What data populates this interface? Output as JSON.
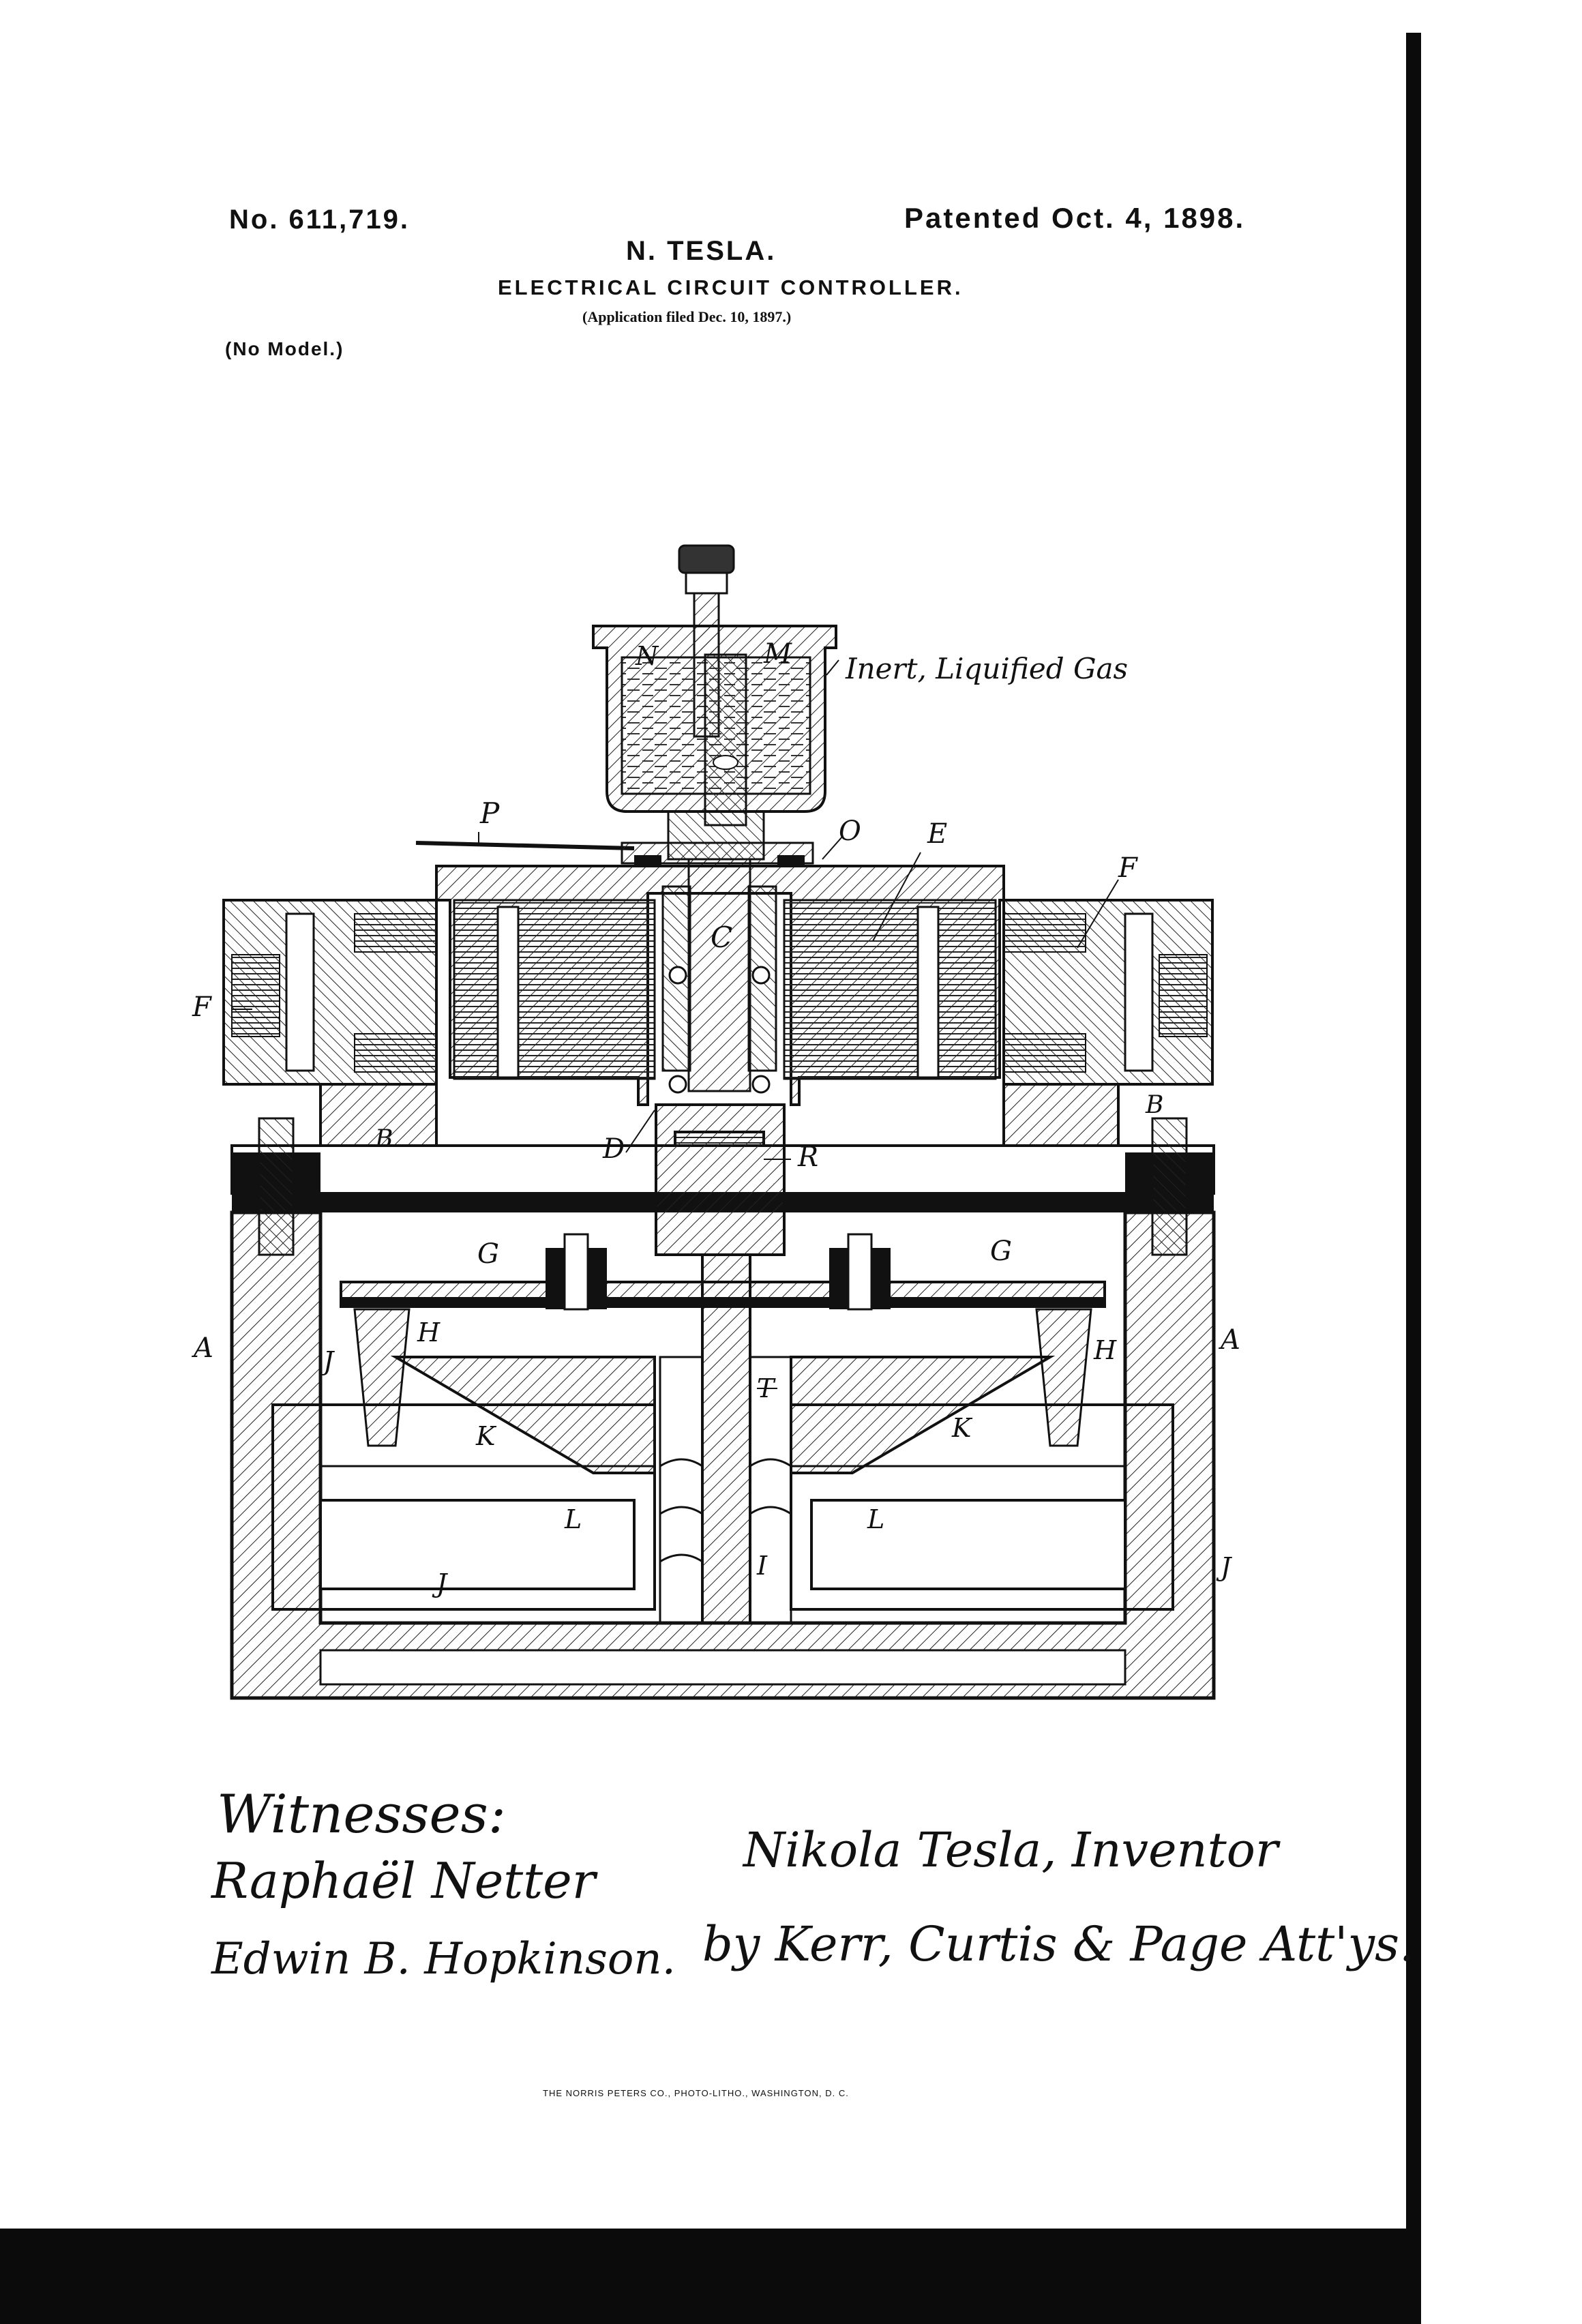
{
  "header": {
    "patent_number": "No. 611,719.",
    "patented_date": "Patented Oct. 4, 1898.",
    "inventor_name": "N. TESLA.",
    "title": "ELECTRICAL CIRCUIT CONTROLLER.",
    "application": "(Application filed Dec. 10, 1897.)",
    "model_note": "(No Model.)"
  },
  "figure": {
    "annotation": "Inert, Liquified Gas",
    "labels": {
      "N": "N",
      "M": "M",
      "P": "P",
      "O": "O",
      "E": "E",
      "F_right": "F",
      "F_left": "F",
      "C": "C",
      "B_left": "B",
      "B_right": "B",
      "D": "D",
      "R": "R",
      "G_left": "G",
      "G_right": "G",
      "A_left": "A",
      "A_right": "A",
      "H_left": "H",
      "H_right": "H",
      "J_upper": "J",
      "J_lower": "J",
      "J_right": "J",
      "T": "T",
      "K_left": "K",
      "K_right": "K",
      "L_left": "L",
      "L_right": "L",
      "I": "I"
    }
  },
  "signatures": {
    "witnesses_heading": "Witnesses:",
    "witness_1": "Raphaël Netter",
    "witness_2": "Edwin B. Hopkinson.",
    "inventor_line": "Nikola Tesla, Inventor",
    "attorneys_line": "by Kerr, Curtis & Page Att'ys."
  },
  "footer": {
    "printer": "THE NORRIS PETERS CO., PHOTO-LITHO., WASHINGTON, D. C."
  }
}
